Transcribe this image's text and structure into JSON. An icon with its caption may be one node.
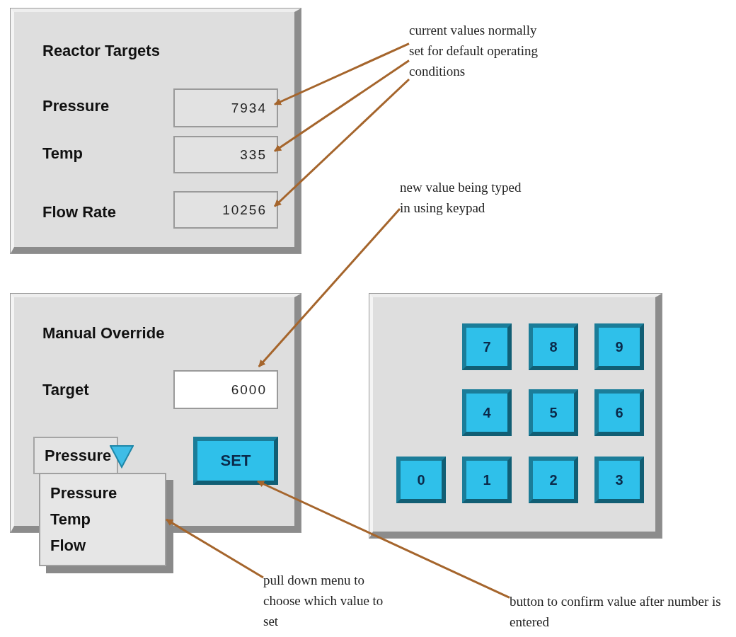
{
  "diagram": {
    "nodes": [
      {
        "text": [
          "Reactor Targets",
          "Pressure",
          "Temp",
          "Flow Rate"
        ]
      },
      {
        "text": [
          "7934"
        ],
        "in": 0
      },
      {
        "text": [
          "335"
        ],
        "in": 0
      },
      {
        "text": [
          "10256"
        ],
        "in": 0
      },
      {
        "text": [
          "current values normally set for default operating conditions"
        ]
      },
      {
        "text": [
          "Manual Override",
          "Target"
        ]
      },
      {
        "text": [
          "6000"
        ],
        "in": 5
      },
      {
        "text": [
          "Pressure"
        ],
        "in": 5
      },
      {
        "text": [
          "SET"
        ],
        "in": 5
      },
      {
        "text": [
          "Pressure",
          "Temp",
          "Flow"
        ]
      },
      {
        "text": [],
        "shape": "box"
      },
      {
        "text": [
          "7"
        ],
        "in": 10
      },
      {
        "text": [
          "8"
        ],
        "in": 10
      },
      {
        "text": [
          "9"
        ],
        "in": 10
      },
      {
        "text": [
          "4"
        ],
        "in": 10
      },
      {
        "text": [
          "5"
        ],
        "in": 10
      },
      {
        "text": [
          "6"
        ],
        "in": 10
      },
      {
        "text": [
          "0"
        ],
        "in": 10
      },
      {
        "text": [
          "1"
        ],
        "in": 10
      },
      {
        "text": [
          "2"
        ],
        "in": 10
      },
      {
        "text": [
          "3"
        ],
        "in": 10
      },
      {
        "text": [
          "new value being typed in using keypad"
        ]
      },
      {
        "text": [
          "pull down menu to choose which value to set"
        ]
      },
      {
        "text": [
          "button to confirm value after number is entered"
        ]
      }
    ],
    "edges": [
      {
        "from": 4,
        "to": 1,
        "arrow": "to"
      },
      {
        "from": 4,
        "to": 2,
        "arrow": "to"
      },
      {
        "from": 4,
        "to": 3,
        "arrow": "to"
      },
      {
        "from": 21,
        "to": 6,
        "arrow": "to"
      },
      {
        "from": 22,
        "to": 9,
        "arrow": "to"
      },
      {
        "from": 23,
        "to": 8,
        "arrow": "to"
      }
    ]
  }
}
